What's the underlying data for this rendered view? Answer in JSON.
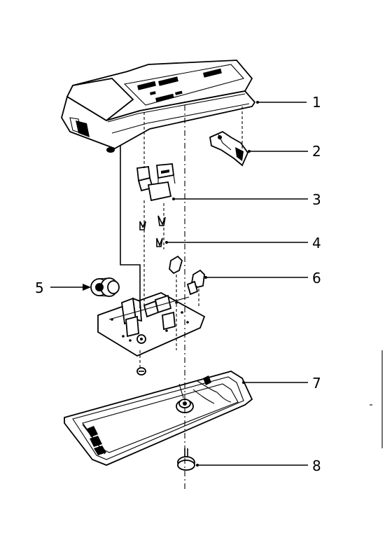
{
  "callouts": [
    {
      "label": "1"
    },
    {
      "label": "2"
    },
    {
      "label": "3"
    },
    {
      "label": "4"
    },
    {
      "label": "5"
    },
    {
      "label": "6"
    },
    {
      "label": "7"
    },
    {
      "label": "8"
    }
  ],
  "colors": {
    "ink": "#000000",
    "paper": "#ffffff"
  }
}
